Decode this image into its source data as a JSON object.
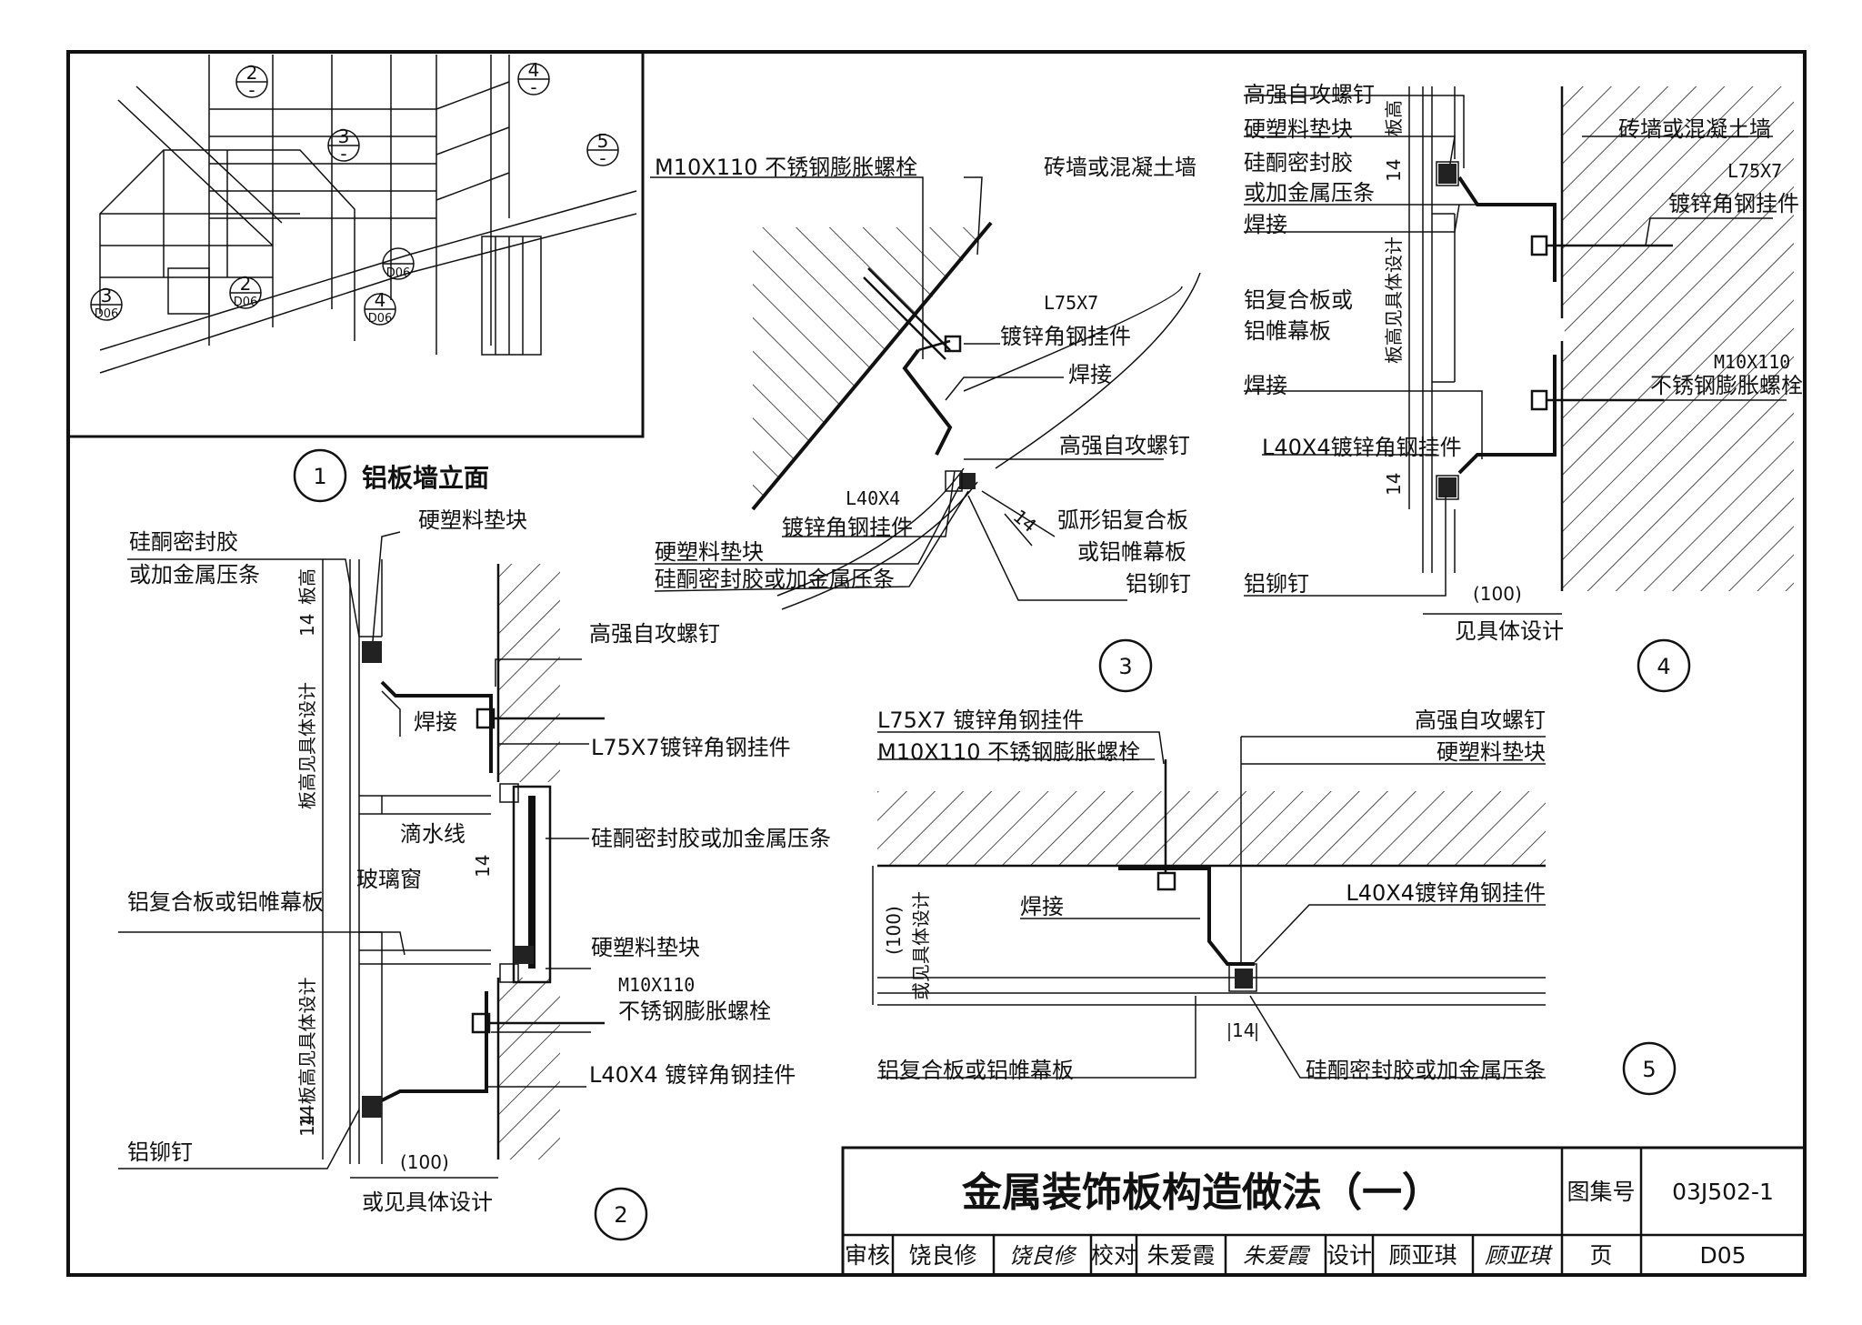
{
  "detail1": {
    "number": "1",
    "title": "铝板墙立面",
    "callouts": [
      {
        "top": "2",
        "bottom": "-"
      },
      {
        "top": "4",
        "bottom": "-"
      },
      {
        "top": "3",
        "bottom": "-"
      },
      {
        "top": "5",
        "bottom": "-"
      },
      {
        "top": "",
        "bottom": "D06"
      },
      {
        "top": "3",
        "bottom": "D06"
      },
      {
        "top": "2",
        "bottom": "D06"
      },
      {
        "top": "4",
        "bottom": "D06"
      }
    ]
  },
  "detail2": {
    "number": "2",
    "labels": {
      "silicone": "硅酮密封胶",
      "metal_strip": "或加金属压条",
      "hard_plastic_top": "硬塑料垫块",
      "screw": "高强自攻螺钉",
      "weld": "焊接",
      "angle_l75": "L75X7镀锌角钢挂件",
      "drip": "滴水线",
      "silicone_full": "硅酮密封胶或加金属压条",
      "glass_window": "玻璃窗",
      "al_panel": "铝复合板或铝帷幕板",
      "hard_plastic_bottom": "硬塑料垫块",
      "bolt_size": "M10X110",
      "bolt_name": "不锈钢膨胀螺栓",
      "angle_l40": "L40X4 镀锌角钢挂件",
      "rivet": "铝铆钉",
      "dim_100": "(100)",
      "or_design": "或见具体设计",
      "dim_14": "14",
      "dim_14_b": "14",
      "panel_height": "板高",
      "panel_height_design": "板高见具体设计",
      "dim_14_c": "14",
      "panel_height_design_b": "14板高见具体设计"
    }
  },
  "detail3": {
    "number": "3",
    "labels": {
      "bolt": "M10X110  不锈钢膨胀螺栓",
      "wall": "砖墙或混凝土墙",
      "angle_l75_size": "L75X7",
      "angle_l75_name": "镀锌角钢挂件",
      "weld": "焊接",
      "screw": "高强自攻螺钉",
      "angle_l40_size": "L40X4",
      "angle_l40_name": "镀锌角钢挂件",
      "hard_plastic": "硬塑料垫块",
      "silicone": "硅酮密封胶或加金属压条",
      "curved_panel": "弧形铝复合板",
      "or_curtain": "或铝帷幕板",
      "rivet": "铝铆钉",
      "dim_14": "14"
    }
  },
  "detail4": {
    "number": "4",
    "labels": {
      "screw": "高强自攻螺钉",
      "hard_plastic": "硬塑料垫块",
      "silicone": "硅酮密封胶",
      "metal_strip": "或加金属压条",
      "weld_top": "焊接",
      "al_panel_1": "铝复合板或",
      "al_panel_2": "铝帷幕板",
      "weld_bottom": "焊接",
      "angle_l40": "L40X4镀锌角钢挂件",
      "rivet": "铝铆钉",
      "wall": "砖墙或混凝土墙",
      "angle_l75_size": "L75X7",
      "angle_l75_name": "镀锌角钢挂件",
      "bolt_size": "M10X110",
      "bolt_name": "不锈钢膨胀螺栓",
      "dim_100": "(100)",
      "see_design": "见具体设计",
      "dim_14_a": "14",
      "dim_14_b": "14",
      "panel_height": "板高",
      "panel_height_design": "板高见具体设计"
    }
  },
  "detail5": {
    "number": "5",
    "labels": {
      "angle_l75": "L75X7  镀锌角钢挂件",
      "bolt": "M10X110   不锈钢膨胀螺栓",
      "screw": "高强自攻螺钉",
      "hard_plastic": "硬塑料垫块",
      "weld": "焊接",
      "angle_l40": "L40X4镀锌角钢挂件",
      "al_panel": "铝复合板或铝帷幕板",
      "silicone": "硅酮密封胶或加金属压条",
      "dim_100": "(100)",
      "or_design": "或见具体设计",
      "dim_14": "14"
    }
  },
  "title_block": {
    "title": "金属装饰板构造做法（一）",
    "atlas_label": "图集号",
    "atlas_no": "03J502-1",
    "review_label": "审核",
    "reviewer": "饶良修",
    "reviewer_sig": "饶良修",
    "check_label": "校对",
    "checker": "朱爱霞",
    "checker_sig": "朱爱霞",
    "design_label": "设计",
    "designer": "顾亚琪",
    "designer_sig": "顾亚琪",
    "page_label": "页",
    "page_no": "D05"
  }
}
